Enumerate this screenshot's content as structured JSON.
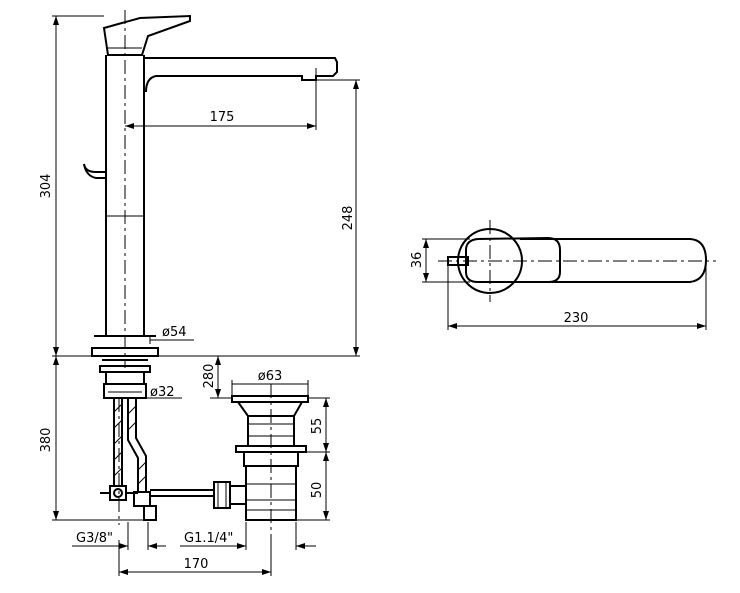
{
  "drawing": {
    "colors": {
      "line": "#000000",
      "background": "#ffffff"
    },
    "dimensions": {
      "total_height": "304",
      "spout_reach": "175",
      "spout_height": "248",
      "base_diameter": "ø54",
      "shank_diameter": "ø32",
      "below_deck_length": "380",
      "connection_thread": "G3/8\"",
      "waste_diameter": "ø63",
      "max_deck_thickness": "280",
      "waste_upper_height": "55",
      "waste_lower_height": "50",
      "waste_thread": "G1.1/4\"",
      "rod_spacing": "170",
      "top_view_width": "36",
      "top_view_length": "230"
    }
  }
}
